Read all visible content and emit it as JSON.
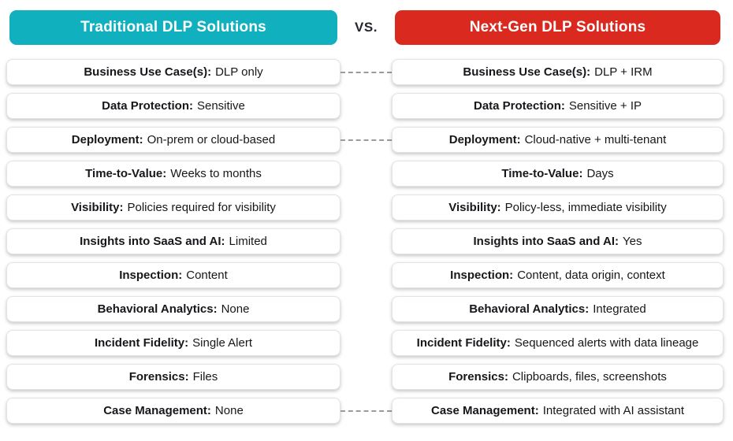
{
  "header": {
    "left_title": "Traditional DLP Solutions",
    "right_title": "Next-Gen DLP Solutions",
    "vs_label": "VS.",
    "left_color": "#10B0BF",
    "right_color": "#DA291E"
  },
  "rows": [
    {
      "label": "Business Use Case(s):",
      "left": "DLP only",
      "right": "DLP + IRM",
      "connected": true
    },
    {
      "label": "Data Protection:",
      "left": "Sensitive",
      "right": "Sensitive + IP",
      "connected": false
    },
    {
      "label": "Deployment:",
      "left": "On-prem or cloud-based",
      "right": "Cloud-native + multi-tenant",
      "connected": true
    },
    {
      "label": "Time-to-Value:",
      "left": "Weeks to months",
      "right": "Days",
      "connected": false
    },
    {
      "label": "Visibility:",
      "left": "Policies required for visibility",
      "right": "Policy-less, immediate visibility",
      "connected": false
    },
    {
      "label": "Insights into SaaS and AI:",
      "left": "Limited",
      "right": "Yes",
      "connected": false
    },
    {
      "label": "Inspection:",
      "left": "Content",
      "right": "Content, data origin, context",
      "connected": false
    },
    {
      "label": "Behavioral Analytics:",
      "left": "None",
      "right": "Integrated",
      "connected": false
    },
    {
      "label": "Incident Fidelity:",
      "left": "Single Alert",
      "right": "Sequenced alerts with data lineage",
      "connected": false
    },
    {
      "label": "Forensics:",
      "left": "Files",
      "right": "Clipboards, files, screenshots",
      "connected": false
    },
    {
      "label": "Case Management:",
      "left": "None",
      "right": "Integrated with AI assistant",
      "connected": true
    }
  ]
}
